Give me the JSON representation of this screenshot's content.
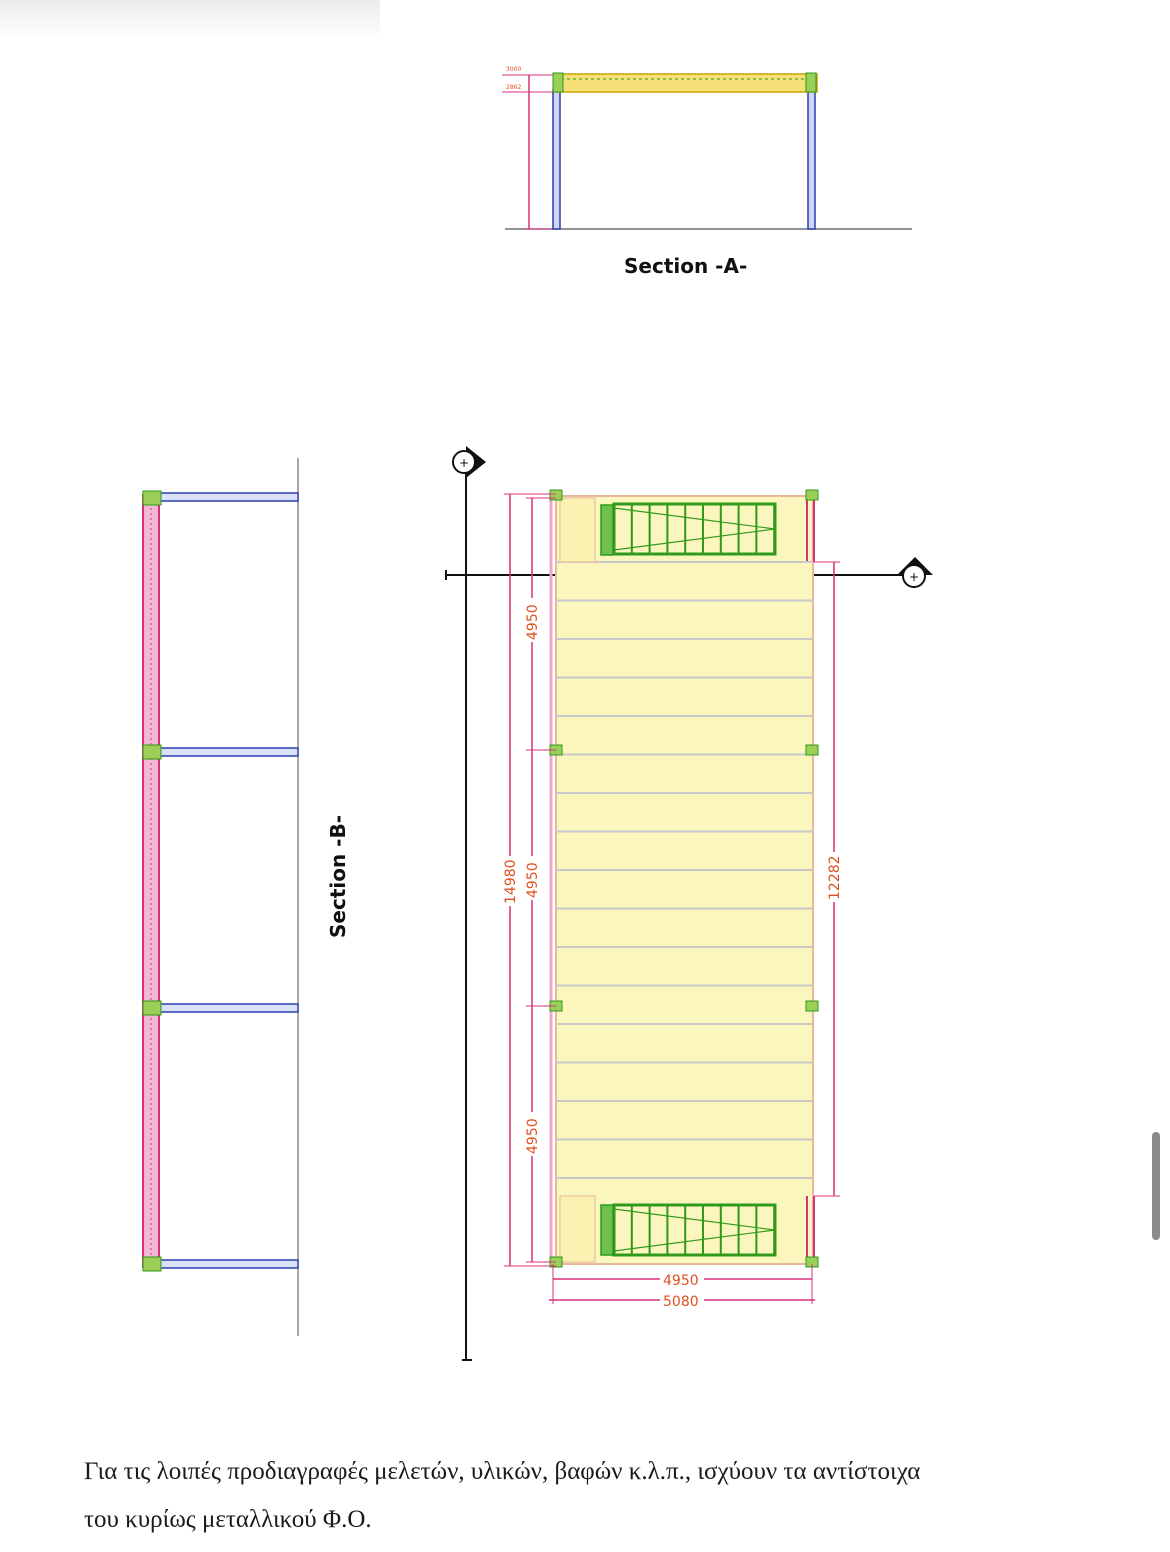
{
  "section_a": {
    "title": "Section -A-",
    "dims": [
      "3000",
      "2862"
    ]
  },
  "section_b": {
    "title": "Section -B-"
  },
  "plan": {
    "dims": {
      "overall_length": "14980",
      "bay_1": "4950",
      "bay_2": "4950",
      "bay_3": "4950",
      "right_length": "12282",
      "width_inner": "4950",
      "width_outer": "5080"
    },
    "axis_markers": [
      "+",
      "+"
    ]
  },
  "paragraph": {
    "line1": "Για τις λοιπές προδιαγραφές μελετών, υλικών, βαφών κ.λ.π., ισχύουν τα αντίστοιχα",
    "line2": "του κυρίως μεταλλικού Φ.Ο."
  },
  "colors": {
    "column_blue": "#2c3fb0",
    "beam_pink": "#d8307a",
    "deck_yellow": "#fbf6be",
    "stair_green": "#2e9a1a",
    "dim_orange": "#e0501e",
    "plate_green": "#9ccf57"
  }
}
